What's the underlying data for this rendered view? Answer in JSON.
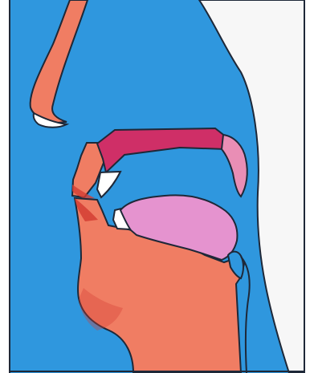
{
  "figure": {
    "colors": {
      "background_blue": "#2f97de",
      "outside_white": "#f7f7f7",
      "tissue_salmon": "#f07d63",
      "tissue_shadow": "#d33d33",
      "palate_magenta": "#cf2f67",
      "velum_pink": "#e98eb5",
      "tongue_pink": "#e593cf",
      "teeth_white": "#ffffff",
      "outline_dark": "#1e2838"
    },
    "shapes": [
      "background-blue",
      "face-profile-region",
      "nose-bridge",
      "nostril-white",
      "hard-palate",
      "soft-palate",
      "upper-lip",
      "upper-teeth",
      "lower-lip-and-jaw",
      "lower-teeth",
      "tongue",
      "epiglottis",
      "pharynx-outline",
      "frame-border"
    ]
  }
}
